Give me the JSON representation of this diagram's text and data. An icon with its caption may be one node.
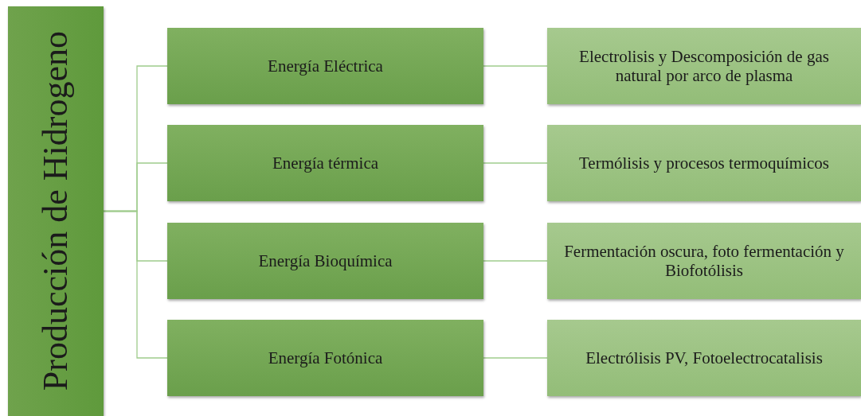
{
  "diagram": {
    "nodes": [
      {
        "text": [
          "Producción de Hidrogeno"
        ]
      },
      {
        "text": [
          "Energía Eléctrica"
        ]
      },
      {
        "text": [
          "Energía térmica"
        ]
      },
      {
        "text": [
          "Energía Bioquímica"
        ]
      },
      {
        "text": [
          "Energía Fotónica"
        ]
      },
      {
        "text": [
          "Electrolisis y Descomposición de gas natural por arco de plasma"
        ]
      },
      {
        "text": [
          "Termólisis y procesos termoquímicos"
        ]
      },
      {
        "text": [
          "Fermentación oscura, foto fermentación y Biofotólisis"
        ]
      },
      {
        "text": [
          "Electrólisis PV, Fotoelectrocatalisis"
        ]
      }
    ],
    "edges": [
      {
        "from": 0,
        "to": 1,
        "arrow": "none"
      },
      {
        "from": 0,
        "to": 2,
        "arrow": "none"
      },
      {
        "from": 0,
        "to": 3,
        "arrow": "none"
      },
      {
        "from": 0,
        "to": 4,
        "arrow": "none"
      },
      {
        "from": 1,
        "to": 5,
        "arrow": "none"
      },
      {
        "from": 2,
        "to": 6,
        "arrow": "none"
      },
      {
        "from": 3,
        "to": 7,
        "arrow": "none"
      },
      {
        "from": 4,
        "to": 8,
        "arrow": "none"
      }
    ]
  }
}
